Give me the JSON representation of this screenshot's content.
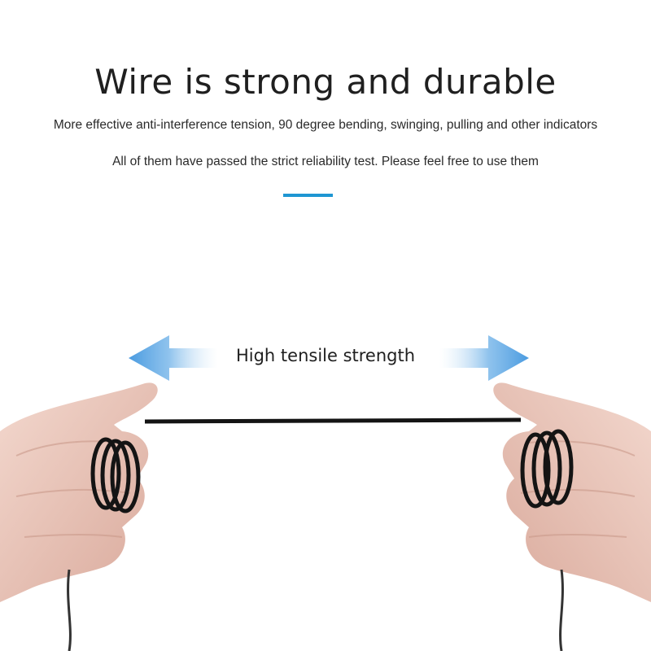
{
  "heading": {
    "title": "Wire is strong and durable",
    "line1": "More effective anti-interference tension, 90 degree bending, swinging, pulling and other indicators",
    "line2": "All of them have passed the strict reliability test. Please feel free to use them"
  },
  "colors": {
    "accent": "#1e96d2",
    "arrow": "#5aa7e2",
    "cable": "#111111",
    "skin": "#e9c4b8"
  },
  "visual": {
    "caption": "High tensile strength",
    "arrow_left_icon": "arrow-left-icon",
    "arrow_right_icon": "arrow-right-icon"
  }
}
